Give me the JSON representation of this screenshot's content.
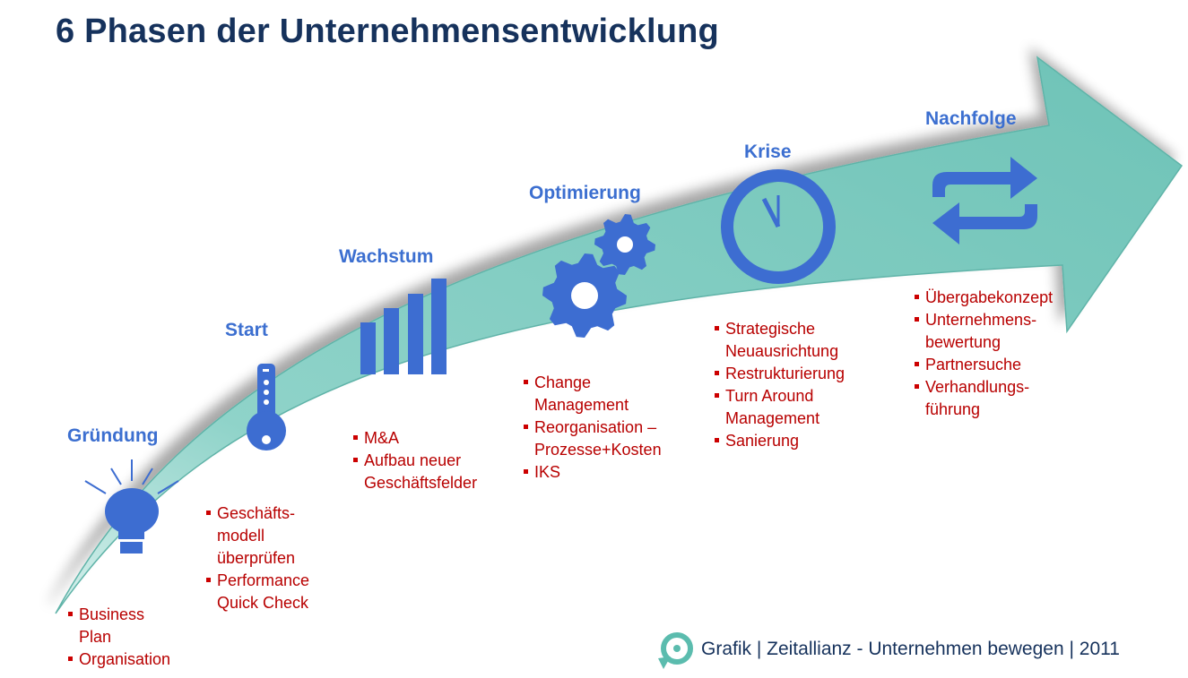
{
  "title": "6 Phasen der Unternehmensentwicklung",
  "phases": [
    {
      "label": "Gründung",
      "icon": "lightbulb-icon",
      "items": [
        "Business\nPlan",
        "Organisation"
      ]
    },
    {
      "label": "Start",
      "icon": "key-icon",
      "items": [
        "Geschäfts-\nmodell\nüberprüfen",
        "Performance\nQuick Check"
      ]
    },
    {
      "label": "Wachstum",
      "icon": "bar-chart-icon",
      "items": [
        "M&A",
        "Aufbau neuer\nGeschäftsfelder"
      ]
    },
    {
      "label": "Optimierung",
      "icon": "gears-icon",
      "items": [
        "Change\nManagement",
        "Reorganisation –\nProzesse+Kosten",
        " IKS"
      ]
    },
    {
      "label": "Krise",
      "icon": "clock-icon",
      "items": [
        "Strategische\nNeuausrichtung",
        "Restrukturierung",
        "Turn Around\nManagement",
        "Sanierung"
      ]
    },
    {
      "label": "Nachfolge",
      "icon": "cycle-arrows-icon",
      "items": [
        "Übergabekonzept",
        "Unternehmens-\nbewertung",
        "Partnersuche",
        "Verhandlungs-\nführung"
      ]
    }
  ],
  "footer": {
    "text": "Grafik | Zeitallianz - Unternehmen bewegen | 2011",
    "logo_icon": "zeitallianz-logo-icon"
  },
  "colors": {
    "title": "#16325c",
    "phase_label": "#3c6fd0",
    "icon": "#3d6dd1",
    "bullet_text": "#b80000",
    "arrow": "#74c6bb"
  }
}
